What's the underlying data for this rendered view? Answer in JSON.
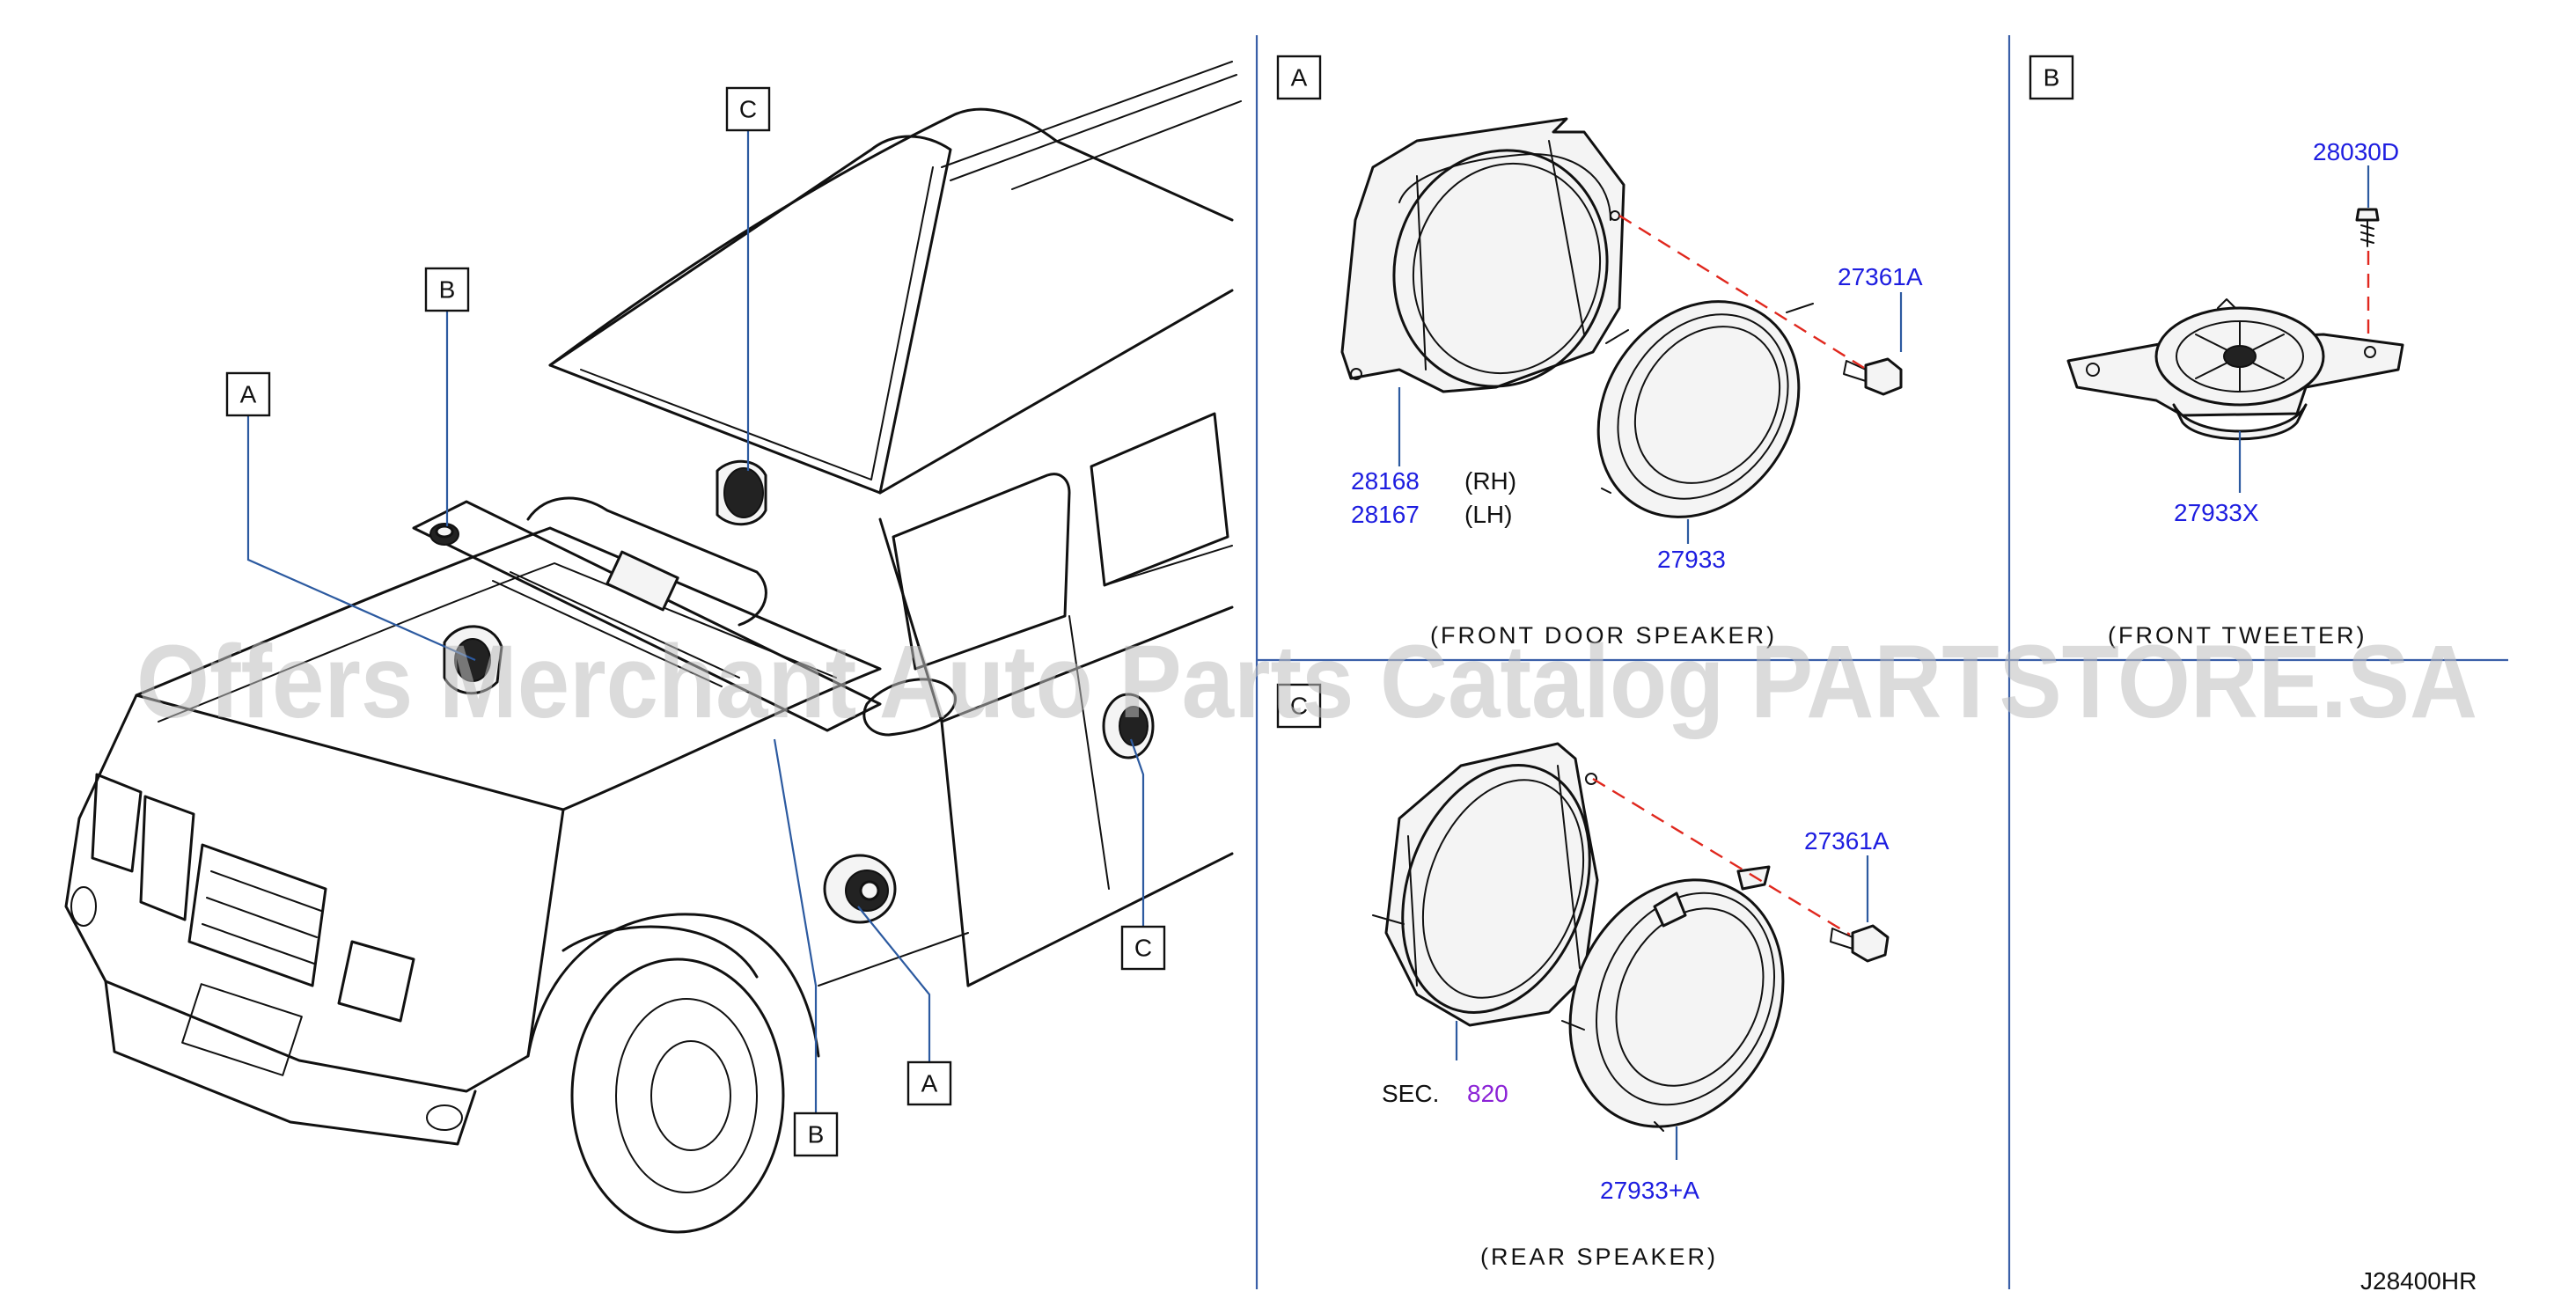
{
  "callouts": {
    "a": "A",
    "b": "B",
    "c": "C"
  },
  "part_numbers": {
    "screw_tweeter": "28030D",
    "bolt_front": "27361A",
    "bolt_rear": "27361A",
    "bracket_rh": "28168",
    "bracket_lh": "28167",
    "front_speaker": "27933",
    "tweeter": "27933X",
    "sec_ref": "820",
    "rear_speaker": "27933+A"
  },
  "labels": {
    "rh": "(RH)",
    "lh": "(LH)",
    "sec_prefix": "SEC."
  },
  "captions": {
    "front_door": "(FRONT   DOOR   SPEAKER)",
    "front_tweeter": "(FRONT   TWEETER)",
    "rear": "(REAR   SPEAKER)"
  },
  "diagram_code": "J28400HR",
  "watermark": "Offers Merchant Auto Parts Catalog PARTSTORE.SA",
  "colors": {
    "part_number": "#1d1de0",
    "section_ref": "#8b22d6",
    "leader": "#2c5aa0",
    "dashed": "#e0281e"
  }
}
